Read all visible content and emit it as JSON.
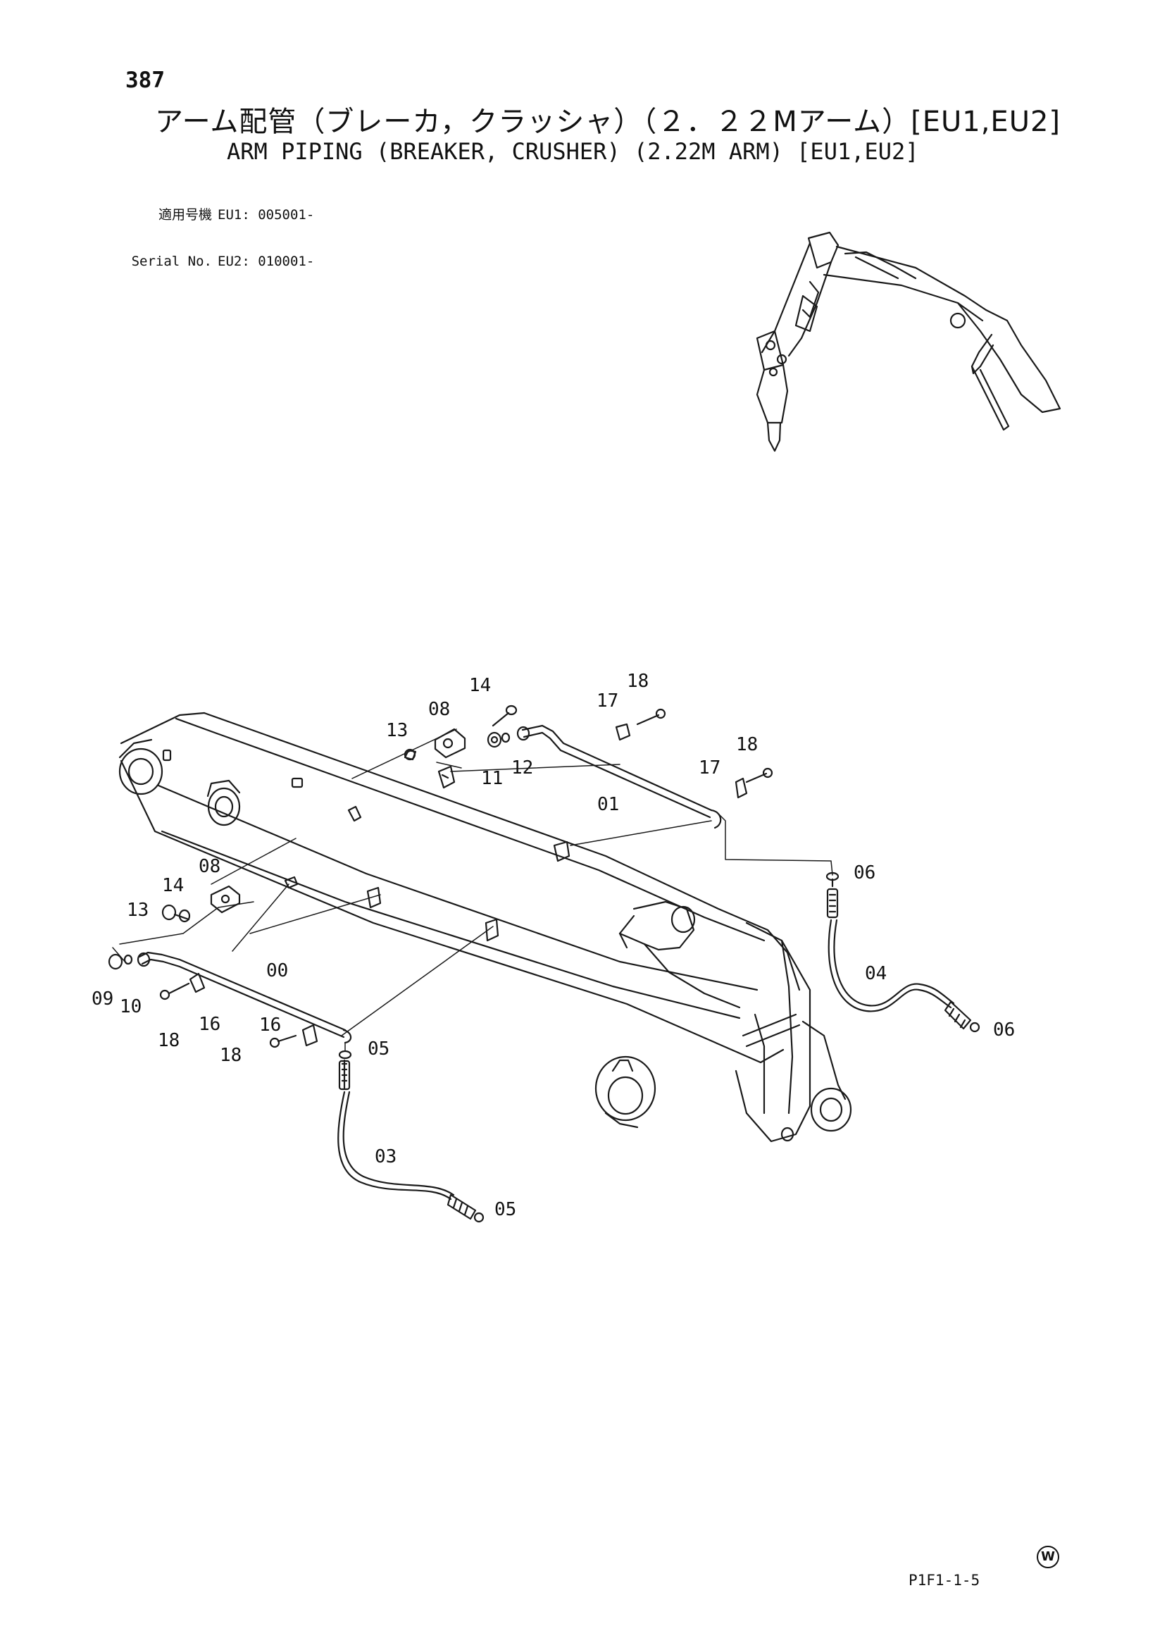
{
  "page_number": "387",
  "title_jp": "アーム配管（ブレーカ，クラッシャ）（２．２２Mアーム）[EU1,EU2]",
  "title_en": "ARM PIPING (BREAKER, CRUSHER) (2.22M ARM) [EU1,EU2]",
  "applicable_jp": "適用号機",
  "serial_label": "Serial No.",
  "serial_eu1": "EU1: 005001-",
  "serial_eu2": "EU2: 010001-",
  "part_callouts": [
    "00",
    "01",
    "03",
    "04",
    "05",
    "05",
    "06",
    "06",
    "08",
    "08",
    "09",
    "10",
    "11",
    "12",
    "13",
    "13",
    "14",
    "14",
    "16",
    "16",
    "17",
    "17",
    "18",
    "18",
    "18",
    "18"
  ],
  "marks": {
    "circled_letter": "W"
  },
  "drawing_code": "P1F1-1-5"
}
